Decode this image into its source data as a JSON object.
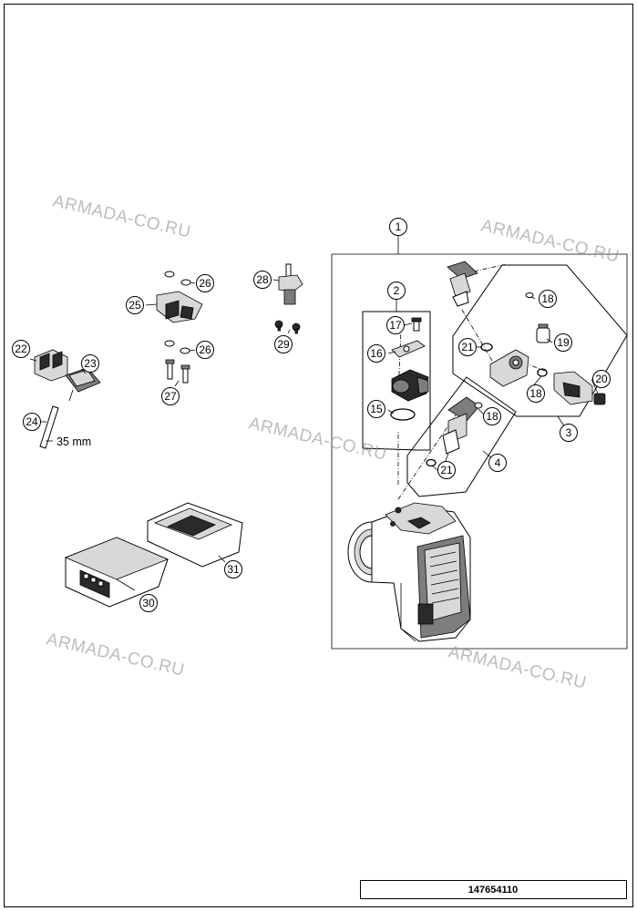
{
  "watermark": "ARMADA-CO.RU",
  "document_code": "147654110",
  "dimension_label": "35 mm",
  "callouts": [
    "1",
    "2",
    "3",
    "4",
    "15",
    "16",
    "17",
    "18",
    "18",
    "18",
    "19",
    "20",
    "21",
    "21",
    "22",
    "23",
    "24",
    "25",
    "26",
    "26",
    "27",
    "28",
    "29",
    "30",
    "31"
  ],
  "colors": {
    "line": "#000000",
    "watermark": "#9a9a9a",
    "paper": "#ffffff"
  }
}
